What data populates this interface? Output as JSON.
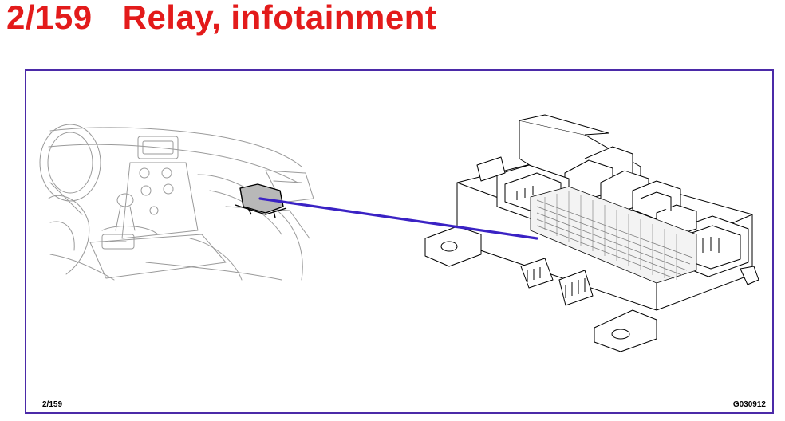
{
  "header": {
    "number": "2/159",
    "title": "Relay, infotainment"
  },
  "figure": {
    "page_ref": "2/159",
    "image_code": "G030912"
  },
  "colors": {
    "title": "#e31b1b",
    "frame": "#4b2aa8",
    "pointer": "#3a22c4"
  }
}
